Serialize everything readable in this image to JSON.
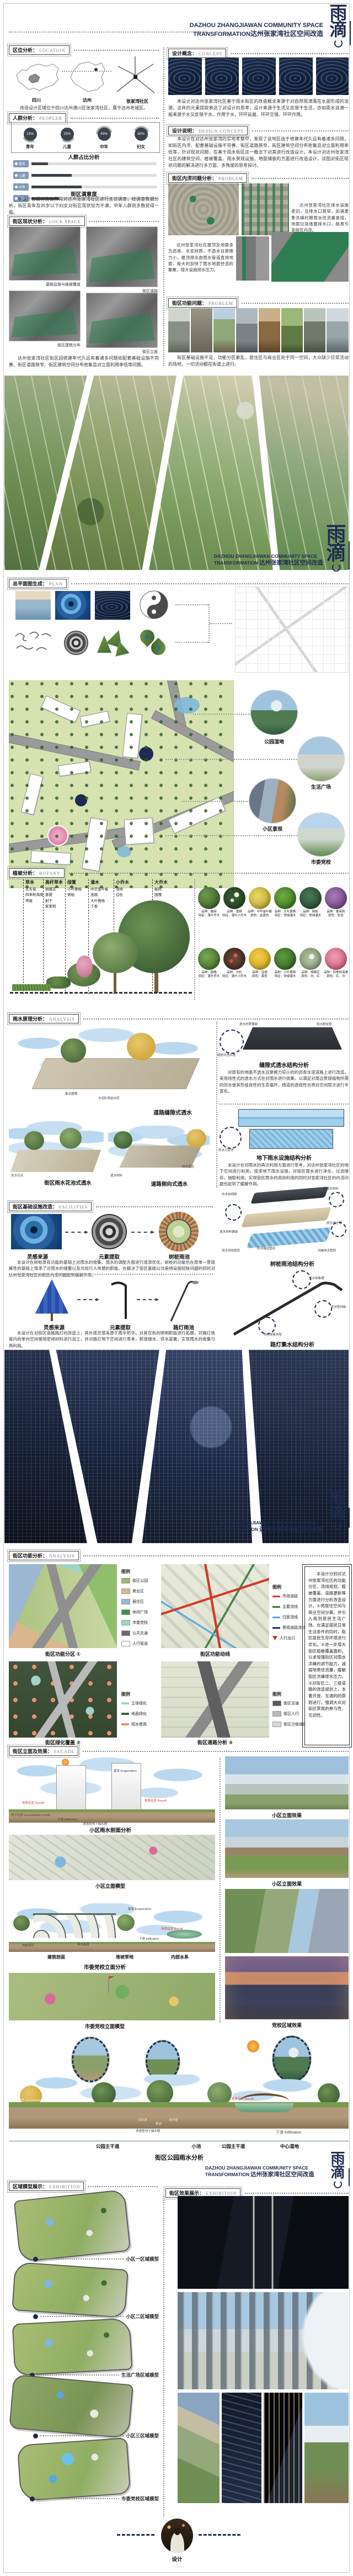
{
  "meta": {
    "t1": "DAZHOU ZHANGJIAWAN COMMUNITY SPACE",
    "t2": "TRANSFORMATION",
    "tzh": "达州张家湾社区空间改造",
    "logo1": "雨",
    "logo2": "滴",
    "footer_label": "设计"
  },
  "colors": {
    "navy": "#1d2b4e",
    "overlay_green": "#2f7d52",
    "runoff_red": "#d23a2a"
  },
  "sections": {
    "location": {
      "zh": "区位分析：",
      "en": "LOCATION"
    },
    "concept": {
      "zh": "设计概念：",
      "en": "CONCEPT"
    },
    "people": {
      "zh": "人群分析：",
      "en": "PEOPLER"
    },
    "design": {
      "zh": "设计说明：",
      "en": "DESIGN CONCEPT"
    },
    "flood": {
      "zh": "街区内涝问题分析：",
      "en": "PROBLEM"
    },
    "current": {
      "zh": "街区现状分析：",
      "en": "LOCK SPACE"
    },
    "funcprob": {
      "zh": "街区功能问题：",
      "en": "PROBLEM"
    },
    "plan": {
      "zh": "总平面图生成：",
      "en": "PLAN"
    },
    "botany": {
      "zh": "植被分析：",
      "en": "BOTANY"
    },
    "rain": {
      "zh": "雨水原理分析：",
      "en": "ANALYSIS"
    },
    "facilities": {
      "zh": "街区基础设施改造：",
      "en": "FACILITIES"
    },
    "analysis": {
      "zh": "街区功能分析：",
      "en": "ANALYSIS"
    },
    "facade": {
      "zh": "街区立面及效果：",
      "en": "FACADE"
    },
    "modelex": {
      "zh": "区域模型展示：",
      "en": "EXHIBITION"
    },
    "effectex": {
      "zh": "街区效果展示：",
      "en": "EXHIBITION"
    }
  },
  "loc": {
    "maps": [
      {
        "label": "四川"
      },
      {
        "label": "达州"
      },
      {
        "label": "张家湾社区"
      }
    ],
    "caption": "改造设计区域位于四川达州通川区张家湾社区，属于达州老城区。"
  },
  "concept": {
    "caption": "本设计对达州张家湾社区基于雨水街区的改造概念来源于对自然雨滴落在水面形成的涟漪，这样的元素提取表达了对设计的思考，设计来源于生活又反馈于生活，亦如雨水涟漪一般来源于水又反馈于水、作用于水，环环延展、环环交错、环环作用。"
  },
  "design": {
    "caption": "本设计在对达州张家湾的实地考察中，发现了该地区由于修建年代久远有着诸多问题，如街区内涝、配套基础设施不完善、街区道路狭窄、街区建筑空间分布密集且对立面利用率低等，针对现状问题，在基于雨水街区这一概念下对其进行改造设计。本设计对达州张家湾社区的建筑空间、植被覆盖、雨水景观设施、地面铺装的方面进行改造设计，试图对街区现状问题的解决进行多方面、多角度的思考探讨。"
  },
  "people": {
    "donuts": [
      {
        "label": "青年",
        "value": "15%",
        "css": "--p:26;--a:150deg"
      },
      {
        "label": "儿童",
        "value": "15%",
        "css": "--p:28;--a:120deg"
      },
      {
        "label": "中年",
        "value": "40%",
        "css": "--p:46;--a:-90deg"
      },
      {
        "label": "妇女",
        "value": "30%",
        "css": "--p:36;--a:-60deg"
      }
    ],
    "donut_title": "人群占比分析",
    "bars": [
      {
        "label": "青年",
        "css": "width:13%"
      },
      {
        "label": "儿童",
        "css": "width:32%"
      },
      {
        "label": "中年",
        "css": "width:40%"
      },
      {
        "label": "妇女",
        "css": "width:22%"
      }
    ],
    "bar_title": "街区满意度",
    "caption": "本设计在设计准备阶段对达州张家湾社区进行走访调查，经调查数据分析，街区青年及35岁以下妇女对街区现状较为不满，中年人群则多数觉得一般。"
  },
  "flood": {
    "cap1": "达州张家湾社区排水设施老旧，且排水口狭窄，如遇夏季洪峰时期雨水径流量激增，地面垃圾堵塞排水口，极易引发街区内涝。",
    "cap2": "达州张家湾社区屋顶及地面多为沥青、水泥材质，不透水且摩擦力小，屋顶排水由雨水管道直排地面，极大的加快了雨水地面径流的集聚，增大设施排水压力。"
  },
  "current": {
    "photos": [
      {
        "caption": "基础设施与植被覆盖"
      },
      {
        "caption": "街区道路"
      },
      {
        "caption": "街区建筑分布"
      },
      {
        "caption": "街区立面"
      }
    ],
    "caption": "达州张家湾社区街区因修建年代久远有着诸多问题如配套基础设施不完善、街区道路狭窄、街区建筑空间分布密集且对立面利用率低等问题。"
  },
  "funcprob": {
    "caption": "街区基础设施不足，功能分区紊乱，居住区与商业区处于同一空间，大众缺少日常活动的场地，一切活动都在街道上进行。"
  },
  "master": {
    "callouts": [
      {
        "label": "公园湿地"
      },
      {
        "label": "生活广场"
      },
      {
        "label": "小区景观"
      },
      {
        "label": "市委党校"
      }
    ]
  },
  "botany": {
    "cats": [
      {
        "name": "草本",
        "items": [
          "矢车菊",
          "四季秋海棠",
          "鸢尾"
        ]
      },
      {
        "name": "高杆草本",
        "items": [
          "胡蝶花",
          "葛婴",
          "射干",
          "紫茉莉"
        ]
      },
      {
        "name": "绿篱",
        "items": [
          "小叶黄杨",
          "侧柏"
        ]
      },
      {
        "name": "灌木",
        "items": [
          "中华金叶榆",
          "连翘",
          "大叶黄杨",
          "丁香"
        ]
      },
      {
        "name": "小乔木",
        "items": [
          "雪柳",
          "白杜"
        ]
      },
      {
        "name": "大乔木",
        "items": [
          "榆树",
          "国槐"
        ]
      }
    ],
    "plants1": [
      {
        "name": "品种：榆树",
        "trait": "特征：落叶乔木",
        "css": "background:radial-gradient(circle at 35% 35%,#6f9a4a,#2f5526)"
      },
      {
        "name": "品种：雪柳",
        "trait": "特征：落叶小乔木",
        "css": "background:radial-gradient(circle at 60% 35%,#e8f0e0 0 12%,transparent 13%),radial-gradient(circle at 40% 60%,#dfe8d8 0 9%,transparent 10%),radial-gradient(#3a5c33,#24401f)"
      },
      {
        "name": "品种：中华金叶榆",
        "trait": "颜色：金黄色",
        "css": "background:radial-gradient(circle at 40% 40%,#e8d86a,#b89a22)"
      },
      {
        "name": "品种：大叶黄杨",
        "trait": "特征：常绿灌木",
        "css": "background:radial-gradient(circle at 40% 40%,#6fae3f,#2f6a1f)"
      },
      {
        "name": "品种：侧柏",
        "trait": "特征：常绿灌木",
        "css": "background:radial-gradient(circle at 45% 40%,#4a7a56,#1f3f2c)"
      },
      {
        "name": "品种：紫茉莉",
        "trait": "颜色：彩色",
        "css": "background:radial-gradient(circle at 40% 40%,#a87ab8,#5f3a78)"
      }
    ],
    "plants2": [
      {
        "name": "品种：国槐",
        "trait": "特征：落叶乔木",
        "css": "background:radial-gradient(circle at 40% 40%,#7aa84f,#3a6428)"
      },
      {
        "name": "品种：白杜",
        "trait": "特征：落叶小乔木",
        "css": "background:radial-gradient(circle at 55% 35%,#e05a4a 0 10%,transparent 11%),radial-gradient(circle at 35% 60%,#d04a3a 0 9%,transparent 10%),radial-gradient(#6a4a3a,#3a2620)"
      },
      {
        "name": "品种：连翘",
        "trait": "颜色：黄色",
        "css": "background:radial-gradient(circle at 45% 40%,#f2cf4a,#c89a18)"
      },
      {
        "name": "品种：小叶黄杨",
        "trait": "特征：常绿灌木",
        "css": "background:radial-gradient(circle at 40% 40%,#5f9a3f,#2a5a20)"
      },
      {
        "name": "品种：胡蝶花",
        "trait": "颜色：白、红",
        "css": "background:radial-gradient(circle at 55% 40%,#f2f2ea 0 14%,transparent 15%),radial-gradient(#b8c8a8,#7a9068)"
      },
      {
        "name": "品种：四季秋海棠",
        "trait": "颜色：红、白",
        "css": "background:radial-gradient(circle at 45% 40%,#f0a0b8,#c84a6a)"
      }
    ]
  },
  "rain": {
    "a_label": "道路缝隙式透水",
    "b_label": "街区雨水花池式透水",
    "c_label": "道路侧向式透水",
    "lbl_trough": "集水围槽",
    "lbl_mortar": "水泥砂浆结合层",
    "lbl_pool": "雨水花池",
    "lbl_perm": "透水材料",
    "lbl_drain": "排水管道",
    "slit": {
      "lbl_slot": "缝隙式透水槽",
      "lbl_pave": "透水材质铺装",
      "lbl_pipe": "雨水配给管",
      "title": "缝隙式透水结构分析",
      "text": "对原有的地面不透水且摩擦力较小的的沥青水泥道路上进行改造，采用线性式的透水方式在对雨水进行收集，以满足对周边景观植物所需的供水使其形成良性的生态循环，栈道的透视性也将对空间层次进行丰富化。"
    },
    "under": {
      "lbl_sett": "雨水沉淀池",
      "title": "地下雨水设施结构分析",
      "text": "本设计在对雨水的再次利用方面进行思考，对达州张家湾社区的地下空间进行利用，增添地下雨水设施，对街区雨水进行净化、过滤储存，抽取利用，实现街区雨水的高效利用的同时对张家湾社区的内涝问题也起到了缓解作用。"
    }
  },
  "fac": {
    "r1": {
      "src": "灵感来源",
      "ext": "元素提取",
      "res": "树桩雨池",
      "text": "本设计在树桩原有功能的基础上对雨水的收集、雨水的调配方面进行增添优化，树桩的功能也在原单一景观属性的基础上增添了对雨水的储蓄以及共给行人休憩的职能。在解决了街区基础公共座椅设施短缺问题的同时对达州张家湾社区的街区内涝问题起到缓解作用。",
      "dtitle": "树桩雨池结构分析",
      "lab1": "仿木纹椅面",
      "lab2": "不透水材料",
      "lab3": "原生态土壤",
      "lab4": "透水材料铺装",
      "lab5": "雨水供给管道",
      "lab6": "雨水输送管道",
      "lab7": "洪峰排水管网"
    },
    "r2": {
      "src": "灵感来源",
      "ext": "元素提取",
      "res": "路灯雨池",
      "text": "本设计在对街区道路路灯的改造上，其外观灵感来源于雨伞把手，对其仅有的照明职能进行拓展，对路灯铁管内的单向空间使用密闭材料进行加工，并对路灯地下空间进行思考，新增储水、供水装置，实现雨水的收集与再利用。",
      "dtitle": "路灯集水结构分析",
      "lab1": "雨水收集槽",
      "lab2": "密闭性挡板",
      "lab3": "雨水收集供给"
    }
  },
  "ana": {
    "m1": {
      "title": "街区功能分区 ①",
      "legend_title": "图例",
      "items": [
        {
          "label": "街区公园",
          "css": "background:#8fbf6a"
        },
        {
          "label": "商业区",
          "css": "background:#d8b78e"
        },
        {
          "label": "居住区",
          "css": "background:#9db8d2"
        },
        {
          "label": "休闲广场",
          "css": "background:#3e8f4e"
        },
        {
          "label": "市委党校",
          "css": "background:#9fd4c6"
        },
        {
          "label": "公共交通",
          "css": "background:#6b6b6b"
        },
        {
          "label": "人行街道",
          "css": "background:#ffffff"
        }
      ]
    },
    "m2": {
      "title": "街区功能动线",
      "legend_title": "图例",
      "items": [
        {
          "label": "市政道路",
          "css": "background:#d23a2a;height:3px;border:none"
        },
        {
          "label": "主要流线",
          "css": "background:#2e7d3a;height:3px;border:none"
        },
        {
          "label": "归家流线",
          "css": "background:#57a8e0;height:3px;border:none"
        },
        {
          "label": "景观道路流线",
          "css": "background:#1d2b6e;height:3px;border:none"
        },
        {
          "label": "人行出口",
          "css": "background:#c0392b;width:9px;height:8px;border:none;clip-path:polygon(50% 100%,0 0,100% 0)"
        }
      ]
    },
    "m3": {
      "title": "街区绿化覆盖 ②",
      "legend_title": "图例",
      "items": [
        {
          "label": "立体绿化",
          "css": "background:#9fd4c6;height:4px;border:none"
        },
        {
          "label": "地面绿化",
          "css": "background:#3c5f3c;height:4px;border:none"
        },
        {
          "label": "雨水景观",
          "css": "background:#e8926a;height:4px;border:none"
        }
      ]
    },
    "m4": {
      "title": "街区道路分析 ③",
      "legend_title": "图例",
      "items": [
        {
          "label": "街区交通",
          "css": "background:#5a5a5a"
        },
        {
          "label": "街区人行",
          "css": "background:#b8b8b8"
        },
        {
          "label": "街区次级道路",
          "css": "background:#d8d8d8"
        }
      ]
    },
    "sidebar": "本设计分别对达州张家湾社区的功能分区、流线规划、植被覆盖、道路更新等方面进行分析改造设计。①将居住空间与商业空间分离，并引入规划居民生活广场，在满足居民日常生活条件的同时，街区居民生存环境进行优化。②进一步增大街区植被覆盖面积，以求增强街区对雨水洪峰的调节能力，减弱地表径流量，缓解街区洪峰排水压力。③对街区二、三级道路的改造规划上，本着开放、互通的的原则进行，强调大众对街区景观的参与性、互动性。"
  },
  "facade": {
    "s1_title": "小区雨水剖面分析",
    "m1_title": "小区立面模型",
    "s2_title": "市委党校立面分析",
    "m2_title": "市委党校立面模型",
    "r1_label": "小区立面效果",
    "r2_label": "小区立面效果",
    "r4_label": "党校区域效果",
    "ann": {
      "evap": "蒸发 Evaporation",
      "runoff": "地表径流 Runoff",
      "ground": "地下径流 Groundwater runoff",
      "infil": "下渗 Infiltration",
      "tank": "渗透型地下储水槽",
      "b1": "建筑剖面",
      "b2": "堆坡草地",
      "b3": "内部水系",
      "b4": "地皮草坪",
      "b5": "集水装置"
    }
  },
  "park": {
    "l1": "沉砂池",
    "l2": "泵池",
    "l3": "滤水管",
    "ax1": "公园主干道",
    "ax2": "小池",
    "ax3": "公园主干道",
    "ax4": "中心湿地",
    "title": "街区公园雨水分析"
  },
  "exh": {
    "models": [
      {
        "label": "小区一区域模型"
      },
      {
        "label": "小区二区域模型"
      },
      {
        "label": "生活广场区域模型"
      },
      {
        "label": "小区三区域模型"
      },
      {
        "label": "市委党校区域模型"
      }
    ]
  }
}
